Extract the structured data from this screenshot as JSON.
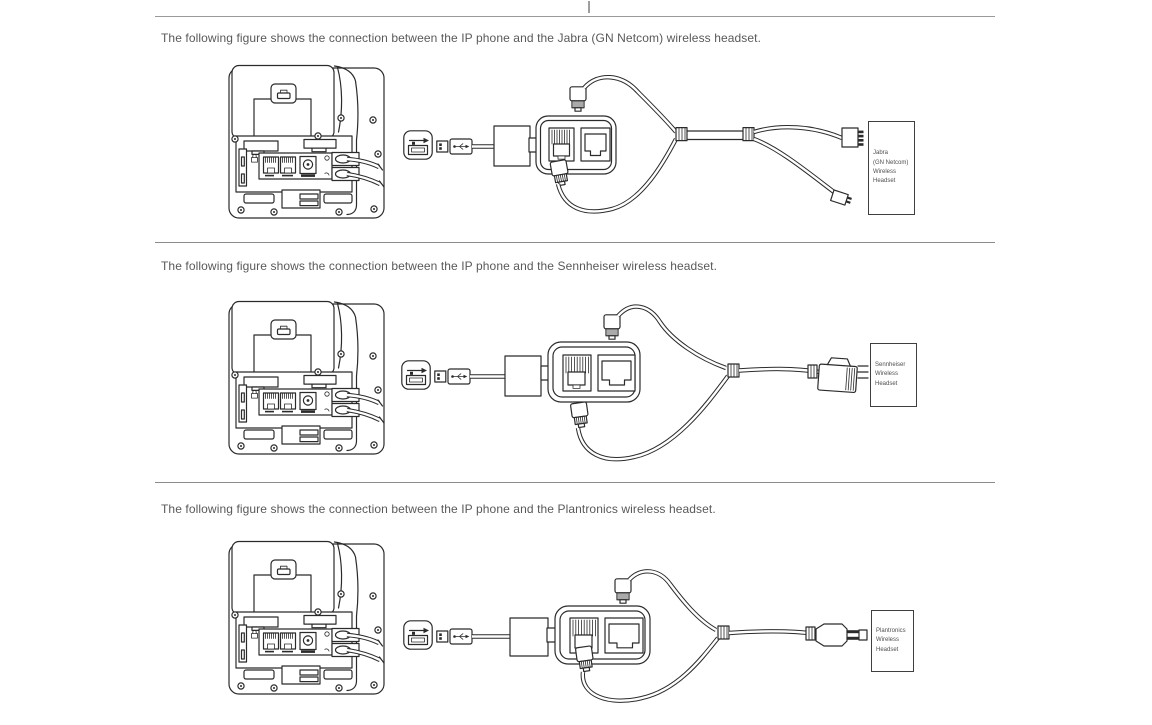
{
  "page": {
    "background": "#ffffff"
  },
  "colors": {
    "line_art": "#2b2b2b",
    "caption_text": "#595959",
    "rule": "#9a9a9a"
  },
  "sections": [
    {
      "caption": "The following figure shows the connection between the IP phone and the Jabra (GN Netcom) wireless headset.",
      "headset_label": [
        "Jabra",
        "(GN Netcom)",
        "Wireless",
        "Headset"
      ]
    },
    {
      "caption": "The following figure shows the connection between the IP phone and the Sennheiser wireless headset.",
      "headset_label": [
        "Sennheiser",
        "Wireless",
        "Headset"
      ]
    },
    {
      "caption": "The following figure shows the connection between the IP phone and the Plantronics wireless headset.",
      "headset_label": [
        "Plantronics",
        "Wireless",
        "Headset"
      ]
    }
  ]
}
